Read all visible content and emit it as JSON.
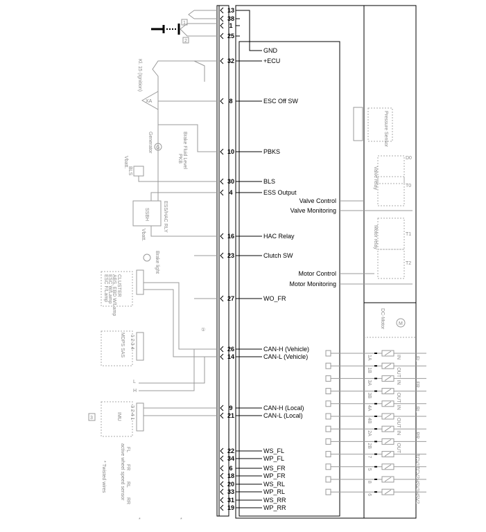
{
  "ecu_pins": [
    {
      "pin": "13",
      "label": ""
    },
    {
      "pin": "38",
      "label": ""
    },
    {
      "pin": "1",
      "label": ""
    },
    {
      "pin": "25",
      "label": ""
    },
    {
      "pin": "32",
      "label": "+ECU"
    },
    {
      "pin": "8",
      "label": "ESC Off SW"
    },
    {
      "pin": "10",
      "label": "PBKS"
    },
    {
      "pin": "30",
      "label": "BLS"
    },
    {
      "pin": "4",
      "label": "ESS Output"
    },
    {
      "pin": "16",
      "label": "HAC Relay"
    },
    {
      "pin": "23",
      "label": "Clutch SW"
    },
    {
      "pin": "27",
      "label": "WO_FR"
    },
    {
      "pin": "26",
      "label": "CAN-H (Vehicle)"
    },
    {
      "pin": "14",
      "label": "CAN-L (Vehicle)"
    },
    {
      "pin": "9",
      "label": "CAN-H (Local)"
    },
    {
      "pin": "21",
      "label": "CAN-L (Local)"
    },
    {
      "pin": "22",
      "label": "WS_FL"
    },
    {
      "pin": "34",
      "label": "WP_FL"
    },
    {
      "pin": "6",
      "label": "WS_FR"
    },
    {
      "pin": "18",
      "label": "WP_FR"
    },
    {
      "pin": "20",
      "label": "WS_RL"
    },
    {
      "pin": "33",
      "label": "WP_RL"
    },
    {
      "pin": "31",
      "label": "WS_RR"
    },
    {
      "pin": "19",
      "label": "WP_RR"
    }
  ],
  "ecu_labels": {
    "gnd": "GND",
    "valve_control": "Valve Control",
    "valve_monitoring": "Valve Monitoring",
    "motor_control": "Motor Control",
    "motor_monitoring": "Motor Monitoring"
  },
  "valves": [
    {
      "pin": "1A",
      "io": "IN"
    },
    {
      "pin": "1B",
      "io": "OUT"
    },
    {
      "pin": "3A",
      "io": "IN"
    },
    {
      "pin": "3B",
      "io": "OUT"
    },
    {
      "pin": "4A",
      "io": "IN"
    },
    {
      "pin": "4B",
      "io": "OUT"
    },
    {
      "pin": "2A",
      "io": "IN"
    },
    {
      "pin": "2B",
      "io": "OUT"
    },
    {
      "pin": "7",
      "io": ""
    },
    {
      "pin": "5",
      "io": ""
    },
    {
      "pin": "8",
      "io": ""
    },
    {
      "pin": "6",
      "io": ""
    }
  ],
  "valve_groups": [
    "FL",
    "FR",
    "RL",
    "RR",
    "TCV1",
    "TCV2",
    "HSV1",
    "HSV2"
  ],
  "components": {
    "box1": "1",
    "box2": "2",
    "box3": "3",
    "ignition": "Kl. 15 (Ignition)",
    "generator": "Generator",
    "brake_fluid": "Brake Fluid Level",
    "pkb": "PKB",
    "bls": "BLS",
    "vbatt1": "Vbatt.",
    "vbatt2": "Vbatt.",
    "ess_hac": "ESS/HAC RLY",
    "ssbh": "SSBH",
    "brake_light": "Brake light",
    "cluster": "CLUSTER",
    "abs_lamp": "ABS, EBD W/Lamp",
    "esc_wlamp": "ESC W/Lamp",
    "esc_flamp": "ESC F/Lamp",
    "mdps": "MDPS SAS",
    "mdps_pins": "1 2 3 4",
    "l": "L",
    "h": "H",
    "imu": "IMU",
    "imu_pins": "3 2 4 1",
    "fl": "FL",
    "fr": "FR",
    "rl": "RL",
    "rr": "RR",
    "wss": "active wheel speed sensor",
    "twisted": "* Twisted wires",
    "star1": "*",
    "star2": "*",
    "pressure": "Pressure Sensor",
    "d0": "D0",
    "t0": "T0",
    "t1": "T1",
    "t2": "T2",
    "valve_relay": "Valve relay",
    "motor_relay": "Motor relay",
    "dc_motor": "DC-Motor",
    "m": "M",
    "xa": "XA",
    "g": "G",
    "ground_sym": "①"
  }
}
